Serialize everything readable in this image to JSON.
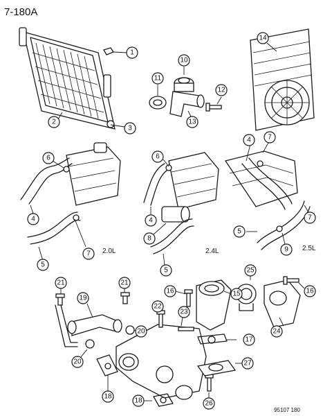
{
  "figure_id": "7-180A",
  "engine_labels": [
    "2.0L",
    "2.4L",
    "2.5L"
  ],
  "drawing_code": "95107  180",
  "callouts": [
    "1",
    "2",
    "3",
    "4",
    "5",
    "6",
    "7",
    "8",
    "9",
    "10",
    "11",
    "12",
    "13",
    "14",
    "15",
    "16",
    "17",
    "18",
    "19",
    "20",
    "21",
    "22",
    "23",
    "24",
    "25",
    "26",
    "27"
  ]
}
